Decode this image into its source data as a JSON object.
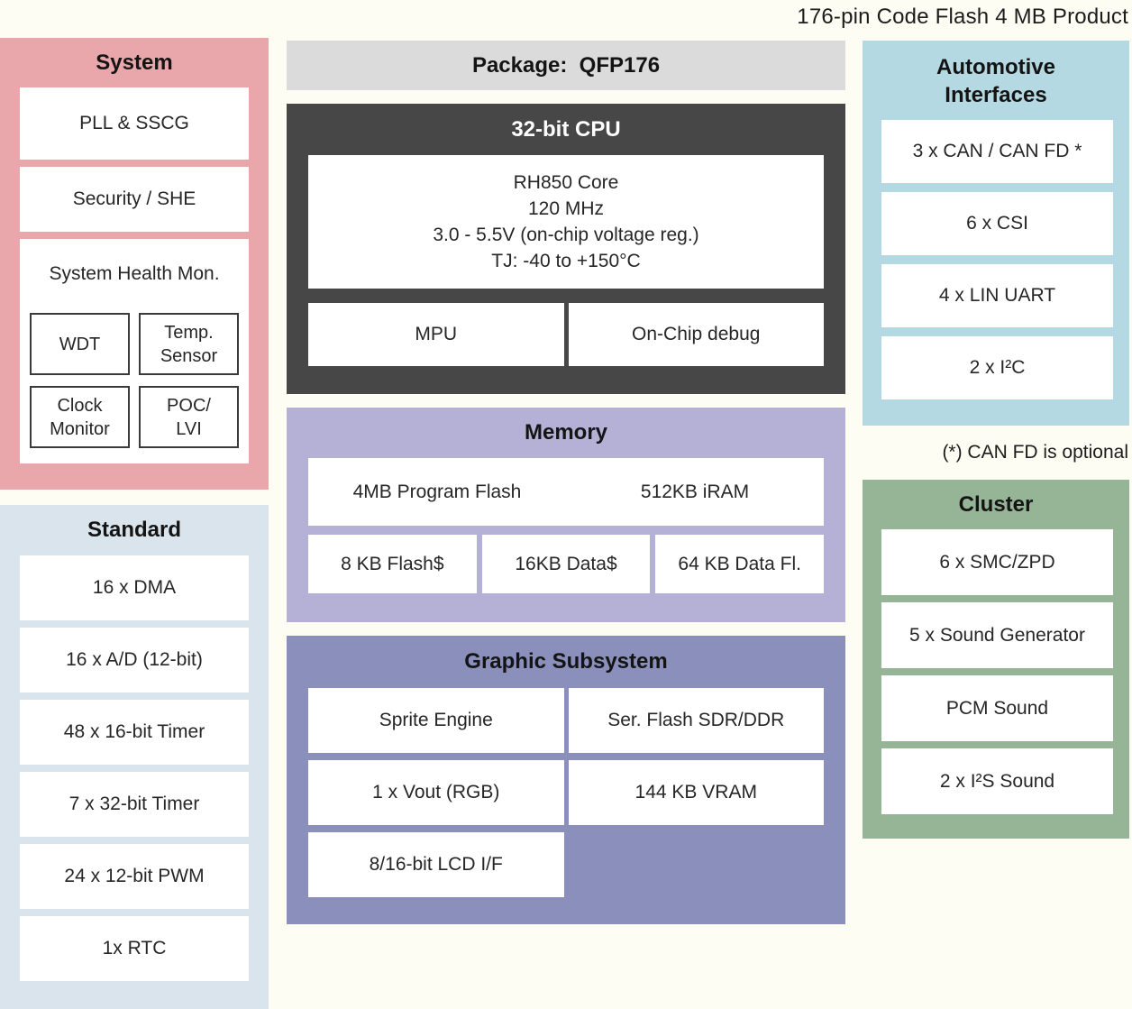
{
  "page": {
    "title": "176-pin Code Flash 4 MB Product"
  },
  "package": {
    "label": "Package:  QFP176"
  },
  "system": {
    "title": "System",
    "items": [
      "PLL & SSCG",
      "Security / SHE"
    ],
    "health": {
      "label": "System Health Mon.",
      "cells": [
        "WDT",
        "Temp.\nSensor",
        "Clock\nMonitor",
        "POC/\nLVI"
      ]
    }
  },
  "standard": {
    "title": "Standard",
    "items": [
      "16 x DMA",
      "16 x A/D (12-bit)",
      "48 x 16-bit Timer",
      "7 x 32-bit Timer",
      "24 x 12-bit PWM",
      "1x RTC"
    ]
  },
  "cpu": {
    "title": "32-bit CPU",
    "core_lines": [
      "RH850 Core",
      "120 MHz",
      "3.0 - 5.5V (on-chip voltage reg.)",
      "TJ: -40 to +150°C"
    ],
    "sub": [
      "MPU",
      "On-Chip debug"
    ]
  },
  "memory": {
    "title": "Memory",
    "row1": [
      "4MB Program Flash",
      "512KB iRAM"
    ],
    "row2": [
      "8 KB Flash$",
      "16KB Data$",
      "64 KB Data Fl."
    ]
  },
  "graphics": {
    "title": "Graphic Subsystem",
    "boxes": [
      "Sprite Engine",
      "Ser. Flash SDR/DDR",
      "1 x Vout (RGB)",
      "144 KB VRAM",
      "8/16-bit LCD I/F"
    ]
  },
  "automotive": {
    "title": "Automotive\nInterfaces",
    "items": [
      "3 x CAN / CAN FD *",
      "6 x CSI",
      "4 x LIN UART",
      "2 x I²C"
    ],
    "footnote": "(*) CAN FD is optional"
  },
  "cluster": {
    "title": "Cluster",
    "items": [
      "6 x SMC/ZPD",
      "5 x Sound Generator",
      "PCM Sound",
      "2 x I²S Sound"
    ]
  },
  "colors": {
    "system_bg": "#E9A7AC",
    "standard_bg": "#D9E4EC",
    "package_bg": "#DBDBDB",
    "cpu_bg": "#474747",
    "memory_bg": "#B5B0D5",
    "graphics_bg": "#8A8FBC",
    "automotive_bg": "#B5D9E2",
    "cluster_bg": "#96B496",
    "box_bg": "#FFFFFF",
    "text": "#262626"
  }
}
